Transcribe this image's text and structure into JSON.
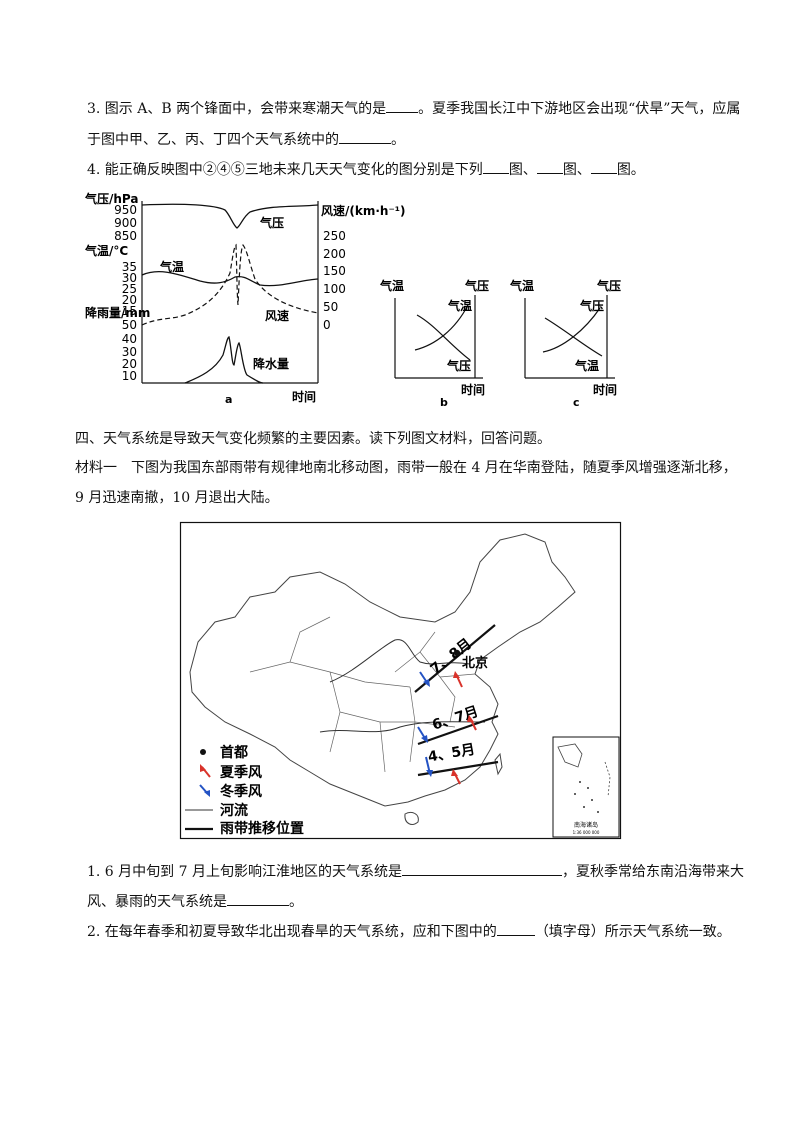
{
  "q3": {
    "part1": "3. 图示 A、B 两个锋面中，会带来寒潮天气的是",
    "part2": "。夏季我国长江中下游地区会出现“伏旱”天气，应属",
    "line2": "于图中甲、乙、丙、丁四个天气系统中的",
    "end": "。"
  },
  "q4": {
    "part1": "4. 能正确反映图中②④⑤三地未来几天天气变化的图分别是下列",
    "sep1": "图、",
    "sep2": "图、",
    "end": "图。"
  },
  "chart_a": {
    "pressure_axis": "气压/hPa",
    "pressure_ticks": [
      "950",
      "900",
      "850"
    ],
    "temp_axis": "气温/°C",
    "temp_ticks": [
      "35",
      "30",
      "25",
      "20",
      "15"
    ],
    "rain_axis": "降雨量/mm",
    "rain_ticks": [
      "50",
      "40",
      "30",
      "20",
      "10"
    ],
    "wind_axis": "风速/(km·h⁻¹)",
    "wind_ticks": [
      "250",
      "200",
      "150",
      "100",
      "50",
      "0"
    ],
    "label_pressure": "气压",
    "label_temp": "气温",
    "label_wind": "风速",
    "label_rain": "降水量",
    "xlabel": "时间",
    "caption": "a"
  },
  "chart_b": {
    "ylabel_left": "气温",
    "ylabel_right": "气压",
    "curve_top": "气温",
    "curve_bottom": "气压",
    "xlabel": "时间",
    "caption": "b"
  },
  "chart_c": {
    "ylabel_left": "气温",
    "ylabel_right": "气压",
    "curve_top": "气压",
    "curve_bottom": "气温",
    "xlabel": "时间",
    "caption": "c"
  },
  "section4": {
    "title": "四、天气系统是导致天气变化频繁的主要因素。读下列图文材料，回答问题。",
    "material1_a": "材料一　下图为我国东部雨带有规律地南北移动图，雨带一般在 4 月在华南登陆，随夏季风增强逐渐北移，",
    "material1_b": "9 月迅速南撤，10 月退出大陆。"
  },
  "map": {
    "labels": {
      "jul_aug": "7、8月",
      "jun_jul": "6、7月",
      "apr_may": "4、5月",
      "beijing": "北京"
    },
    "legend": [
      "首都",
      "夏季风",
      "冬季风",
      "河流",
      "雨带推移位置"
    ],
    "inset_caption": "南海诸岛",
    "inset_scale": "1:36 000 000",
    "colors": {
      "summer_monsoon": "#d9332b",
      "winter_monsoon": "#2453c4",
      "boundary": "#555555"
    }
  },
  "q_s1": {
    "a": "1. 6 月中旬到 7 月上旬影响江淮地区的天气系统是",
    "b": "，夏秋季常给东南沿海带来大",
    "c": "风、暴雨的天气系统是",
    "end": "。"
  },
  "q_s2": {
    "a": "2. 在每年春季和初夏导致华北出现春旱的天气系统，应和下图中的",
    "b": "（填字母）所示天气系统一致。"
  }
}
